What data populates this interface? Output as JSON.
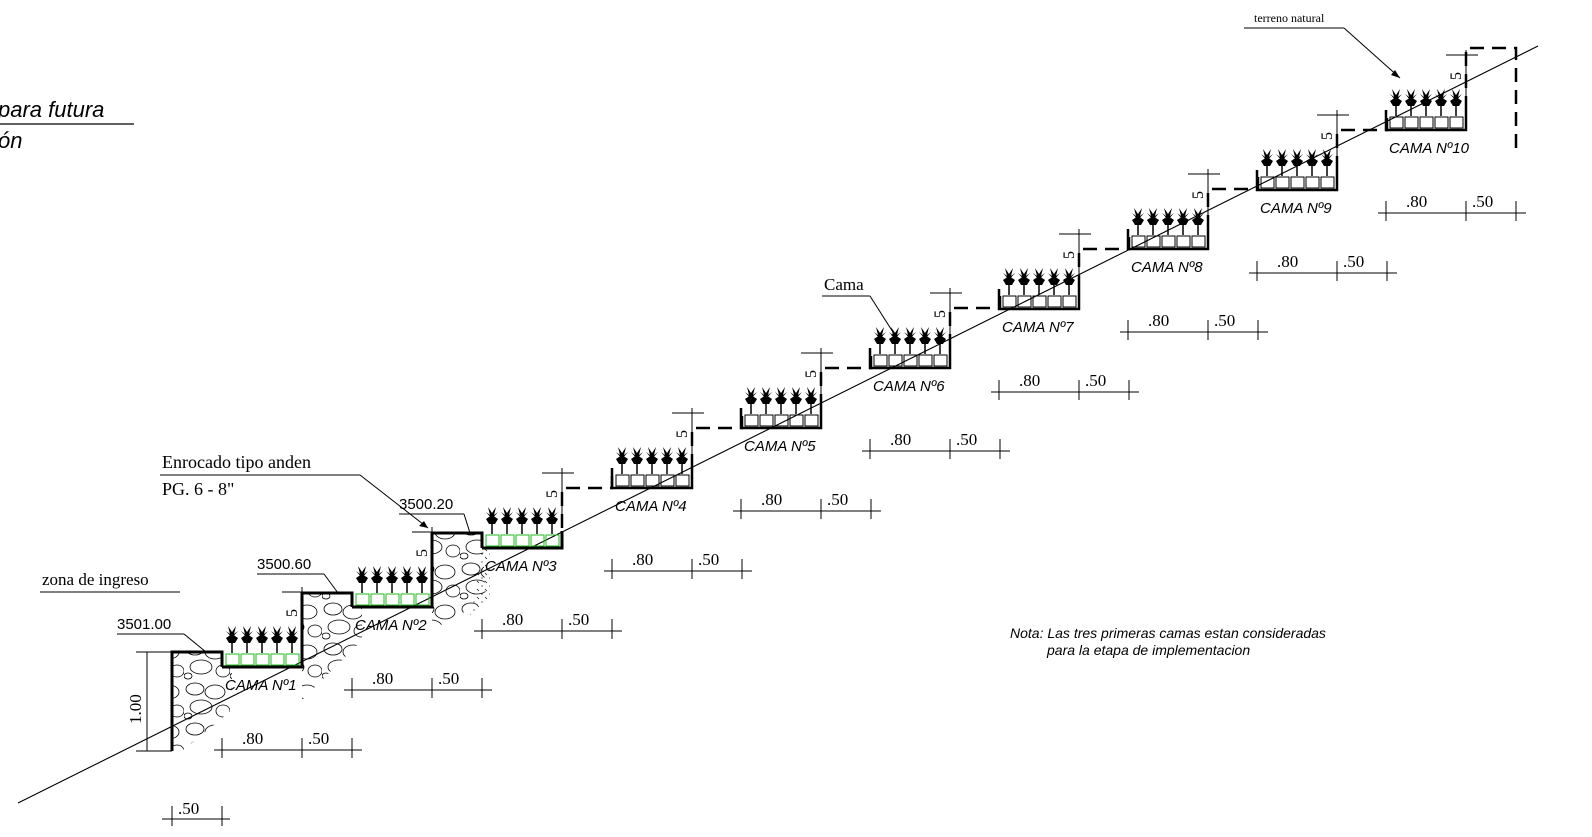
{
  "header_fragment": {
    "line1": "para  futura",
    "line2": "ón"
  },
  "labels": {
    "terreno_natural": "terreno natural",
    "cama": "Cama",
    "enrocado_1": "Enrocado tipo anden",
    "enrocado_2": "PG. 6 - 8\"",
    "zona_ingreso": "zona de ingreso"
  },
  "elevations": [
    "3501.00",
    "3500.60",
    "3500.20"
  ],
  "height_dim": "1.00",
  "step_dim": "5",
  "dim_wide": ".80",
  "dim_narrow": ".50",
  "bottom_dim": ".50",
  "camas": [
    "CAMA Nº1",
    "CAMA Nº2",
    "CAMA Nº3",
    "CAMA Nº4",
    "CAMA Nº5",
    "CAMA Nº6",
    "CAMA Nº7",
    "CAMA Nº8",
    "CAMA Nº9",
    "CAMA Nº10"
  ],
  "note": {
    "line1": "Nota:  Las tres primeras camas estan consideradas",
    "line2": "para la etapa de implementacion"
  },
  "colors": {
    "line": "#000000",
    "planter_implemented": "#22bb22",
    "planter_future": "#000000"
  }
}
